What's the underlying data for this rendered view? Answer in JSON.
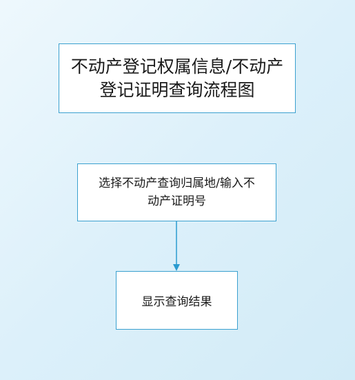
{
  "diagram": {
    "title_lines": [
      "不动产登记权属信息/不动产",
      "登记证明查询流程图"
    ],
    "steps": [
      {
        "lines": [
          "选择不动产查询归属地/输入不",
          "动产证明号"
        ]
      },
      {
        "lines": [
          "显示查询结果"
        ]
      }
    ],
    "colors": {
      "border": "#3aa0cf",
      "arrow": "#2a9bd0",
      "box_fill": "#ffffff",
      "text": "#1a1a1a"
    }
  }
}
